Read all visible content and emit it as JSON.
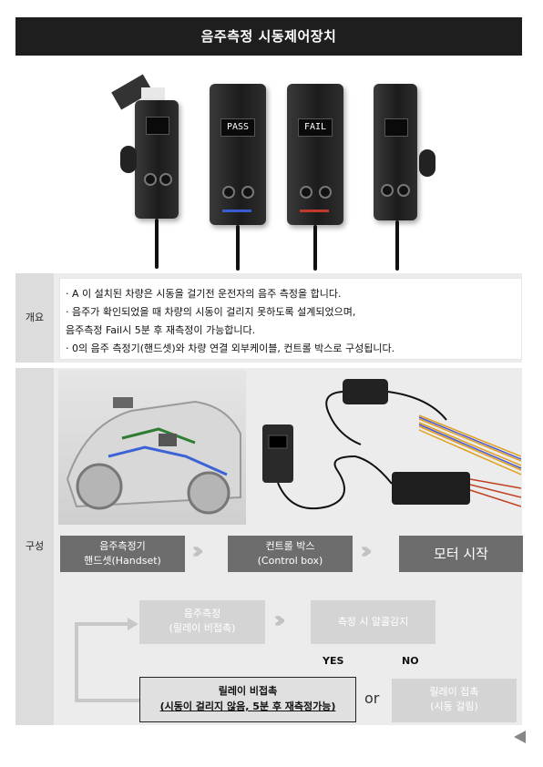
{
  "header": {
    "title": "음주측정 시동제어장치"
  },
  "devices": [
    {
      "screen": ""
    },
    {
      "screen": "PASS"
    },
    {
      "screen": "FAIL"
    },
    {
      "screen": ""
    }
  ],
  "overview": {
    "label": "개요",
    "lines": [
      "·  A                        이 설치된 차량은 시동을 걸기전 운전자의 음주 측정을 합니다.",
      "·  음주가 확인되었을 때 차량의 시동이 걸리지 못하도록 설계되었으며,",
      "   음주측정 Fail시 5분 후 재측정이 가능합니다.",
      "·          0의 음주 측정기(핸드셋)와 차량 연결 외부케이블, 컨트롤 박스로 구성됩니다."
    ]
  },
  "composition": {
    "label": "구성",
    "flow": [
      {
        "line1": "음주측정기",
        "line2": "핸드셋(Handset)"
      },
      {
        "line1": "컨트롤 박스",
        "line2": "(Control box)"
      },
      {
        "line1": "모터 시작",
        "line2": ""
      }
    ],
    "logic": {
      "sensor": {
        "line1": "음주측정",
        "line2": "(릴레이 비접촉)"
      },
      "detect": "측정 시 알콜감지",
      "yes": "YES",
      "no": "NO",
      "result_yes": {
        "line1": "릴레이 비접촉",
        "line2": "(시동이 걸리지 않음, 5분 후 재측정가능)"
      },
      "or": "or",
      "result_no": {
        "line1": "릴레이 접촉",
        "line2": "(시동 걸림)"
      }
    }
  }
}
